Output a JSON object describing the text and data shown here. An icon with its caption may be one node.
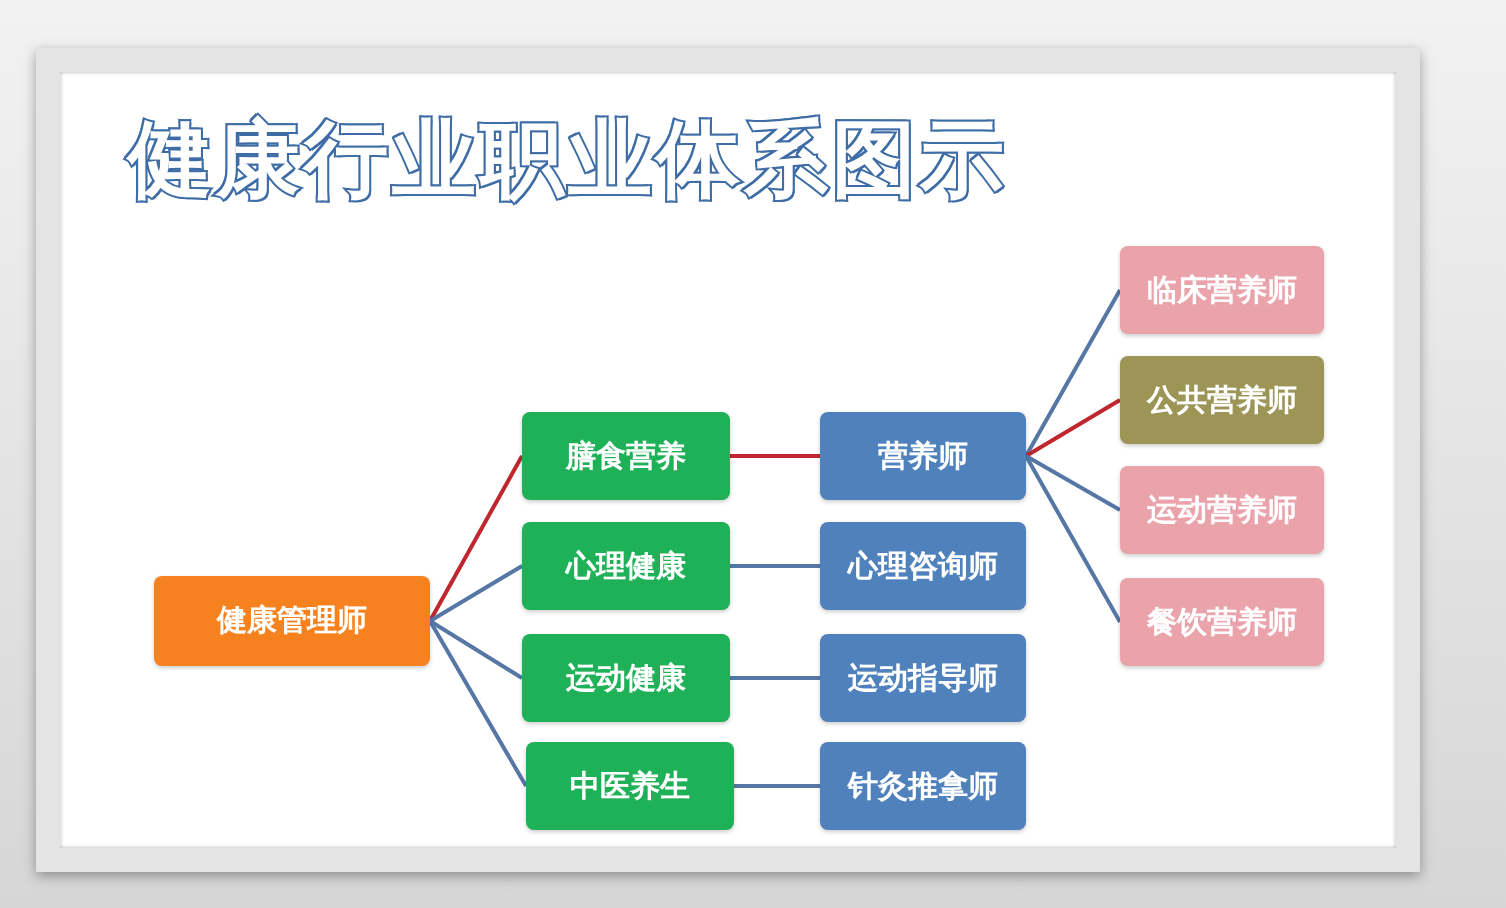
{
  "diagram": {
    "title": "健康行业职业体系图示",
    "nodes": [
      {
        "text": [
          "健康管理师"
        ]
      },
      {
        "text": [
          "膳食营养"
        ]
      },
      {
        "text": [
          "心理健康"
        ]
      },
      {
        "text": [
          "运动健康"
        ]
      },
      {
        "text": [
          "中医养生"
        ]
      },
      {
        "text": [
          "营养师"
        ]
      },
      {
        "text": [
          "心理咨询师"
        ]
      },
      {
        "text": [
          "运动指导师"
        ]
      },
      {
        "text": [
          "针灸推拿师"
        ]
      },
      {
        "text": [
          "临床营养师"
        ]
      },
      {
        "text": [
          "公共营养师"
        ]
      },
      {
        "text": [
          "运动营养师"
        ]
      },
      {
        "text": [
          "餐饮营养师"
        ]
      }
    ],
    "edges": [
      {
        "from": 0,
        "to": 1,
        "arrow": "none",
        "color": "#c0262d"
      },
      {
        "from": 0,
        "to": 2,
        "arrow": "none"
      },
      {
        "from": 0,
        "to": 3,
        "arrow": "none"
      },
      {
        "from": 0,
        "to": 4,
        "arrow": "none"
      },
      {
        "from": 1,
        "to": 5,
        "arrow": "none",
        "color": "#c0262d"
      },
      {
        "from": 2,
        "to": 6,
        "arrow": "none"
      },
      {
        "from": 3,
        "to": 7,
        "arrow": "none"
      },
      {
        "from": 4,
        "to": 8,
        "arrow": "none"
      },
      {
        "from": 5,
        "to": 9,
        "arrow": "none"
      },
      {
        "from": 5,
        "to": 10,
        "arrow": "none",
        "color": "#c0262d"
      },
      {
        "from": 5,
        "to": 11,
        "arrow": "none"
      },
      {
        "from": 5,
        "to": 12,
        "arrow": "none"
      }
    ]
  }
}
